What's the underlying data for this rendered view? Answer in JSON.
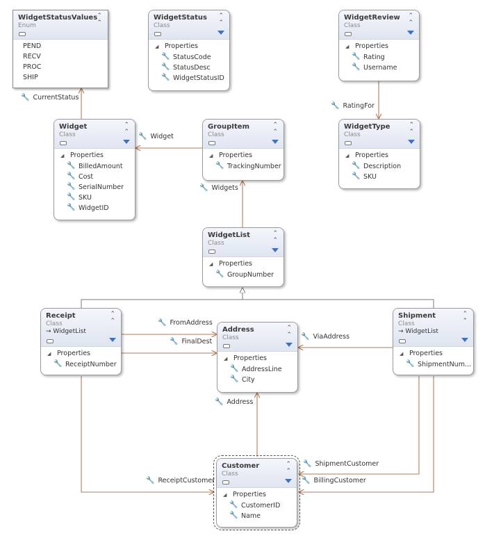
{
  "diagram": {
    "shapes": {
      "widget_status_values": {
        "title": "WidgetStatusValues",
        "stereotype": "Enum",
        "values": [
          "PEND",
          "RECV",
          "PROC",
          "SHIP"
        ]
      },
      "widget_status": {
        "title": "WidgetStatus",
        "stereotype": "Class",
        "section": "Properties",
        "properties": [
          "StatusCode",
          "StatusDesc",
          "WidgetStatusID"
        ]
      },
      "widget_review": {
        "title": "WidgetReview",
        "stereotype": "Class",
        "section": "Properties",
        "properties": [
          "Rating",
          "Username"
        ]
      },
      "widget": {
        "title": "Widget",
        "stereotype": "Class",
        "section": "Properties",
        "properties": [
          "BilledAmount",
          "Cost",
          "SerialNumber",
          "SKU",
          "WidgetID"
        ]
      },
      "group_item": {
        "title": "GroupItem",
        "stereotype": "Class",
        "section": "Properties",
        "properties": [
          "TrackingNumber"
        ]
      },
      "widget_type": {
        "title": "WidgetType",
        "stereotype": "Class",
        "section": "Properties",
        "properties": [
          "Description",
          "SKU"
        ]
      },
      "widget_list": {
        "title": "WidgetList",
        "stereotype": "Class",
        "section": "Properties",
        "properties": [
          "GroupNumber"
        ]
      },
      "receipt": {
        "title": "Receipt",
        "stereotype": "Class",
        "base": "WidgetList",
        "section": "Properties",
        "properties": [
          "ReceiptNumber"
        ]
      },
      "address": {
        "title": "Address",
        "stereotype": "Class",
        "section": "Properties",
        "properties": [
          "AddressLine",
          "City"
        ]
      },
      "shipment": {
        "title": "Shipment",
        "stereotype": "Class",
        "base": "WidgetList",
        "section": "Properties",
        "properties": [
          "ShipmentNum..."
        ]
      },
      "customer": {
        "title": "Customer",
        "stereotype": "Class",
        "section": "Properties",
        "properties": [
          "CustomerID",
          "Name"
        ]
      }
    },
    "associations": {
      "current_status": "CurrentStatus",
      "rating_for": "RatingFor",
      "widget": "Widget",
      "widgets": "Widgets",
      "from_address": "FromAddress",
      "final_dest": "FinalDest",
      "via_address": "ViaAddress",
      "address": "Address",
      "shipment_customer": "ShipmentCustomer",
      "billing_customer": "BillingCustomer",
      "receipt_customer": "ReceiptCustomer"
    },
    "icons": {
      "property": "wrench-icon",
      "collapse": "double-chevron-up-icon",
      "filter": "filter-icon",
      "section": "triangle-icon",
      "base_class": "arrow-right-icon"
    },
    "colors": {
      "association_line": "#b57a5a",
      "inheritance_line": "#7a7a7a",
      "header_gradient_top": "#f4f6fb",
      "header_gradient_bottom": "#dfe5f1",
      "filter": "#3b72c4"
    }
  }
}
